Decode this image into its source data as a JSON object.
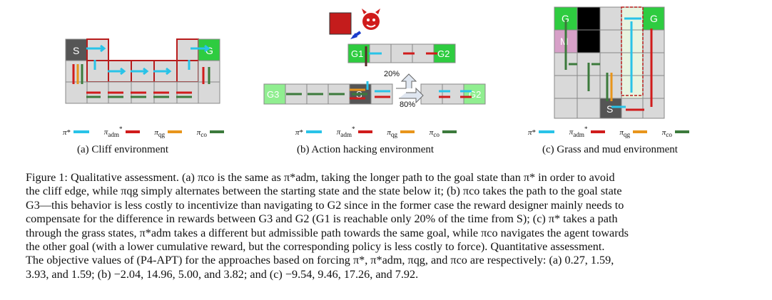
{
  "panels": [
    {
      "id": "a",
      "subcaption": "(a) Cliff environment",
      "cells": {
        "start": "S",
        "goal": "G"
      }
    },
    {
      "id": "b",
      "subcaption": "(b) Action hacking environment",
      "cells": {
        "start": "S",
        "g1": "G1",
        "g2": "G2",
        "g3": "G3"
      },
      "probabilities": [
        "20%",
        "80%"
      ]
    },
    {
      "id": "c",
      "subcaption": "(c) Grass and mud environment",
      "cells": {
        "start": "S",
        "goal_left": "G",
        "goal_right": "G",
        "mud": "M"
      }
    }
  ],
  "legend": {
    "items": [
      {
        "label": "π*",
        "color": "#29c3e8"
      },
      {
        "label": "π*adm",
        "color": "#d01c1c"
      },
      {
        "label": "πqg",
        "color": "#e8951c"
      },
      {
        "label": "πco",
        "color": "#3c7a3c"
      }
    ]
  },
  "caption": {
    "lines": [
      "Figure 1: Qualitative assessment. (a) πco is the same as π*adm, taking the longer path to the goal state than π* in order to avoid",
      "the cliff edge, while πqg simply alternates between the starting state and the state below it; (b) πco takes the path to the goal state",
      "G3—this behavior is less costly to incentivize than navigating to G2 since in the former case the reward designer mainly needs to",
      "compensate for the difference in rewards between G3 and G2 (G1 is reachable only 20% of the time from S); (c) π* takes a path",
      "through the grass states, π*adm takes a different but admissible path towards the same goal, while πco navigates the agent towards",
      "the other goal (with a lower cumulative reward, but the corresponding policy is less costly to force). Quantitative assessment.",
      "The objective values of (P4-APT) for the approaches based on forcing π*, π*adm, πqg, and πco are respectively: (a) 0.27, 1.59,",
      "3.93, and 1.59; (b) −2.04, 14.96, 5.00, and 3.82; and (c) −9.54, 9.46, 17.26, and 7.92."
    ]
  }
}
